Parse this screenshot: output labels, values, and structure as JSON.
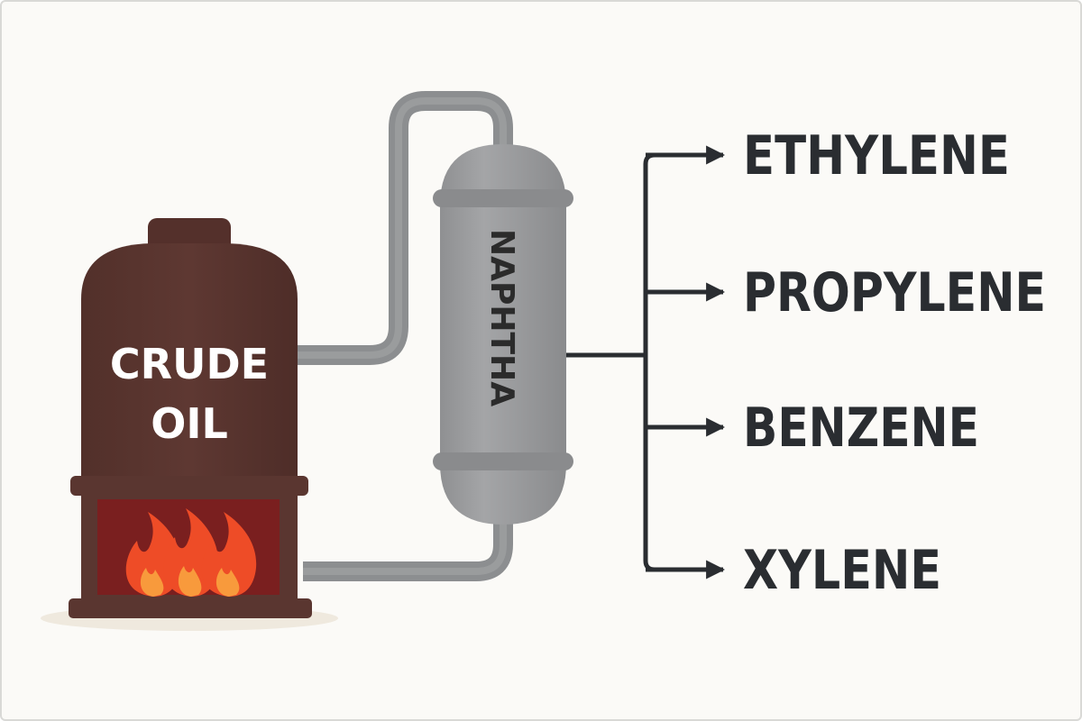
{
  "tank": {
    "line1": "CRUDE",
    "line2": "OIL"
  },
  "column": {
    "label": "NAPHTHA"
  },
  "products": [
    {
      "label": "ETHYLENE"
    },
    {
      "label": "PROPYLENE"
    },
    {
      "label": "BENZENE"
    },
    {
      "label": "XYLENE"
    }
  ],
  "colors": {
    "tank_body": "#5a3630",
    "tank_cap": "#54302b",
    "furnace": "#5a3630",
    "firebox": "#7a1f1f",
    "flame_outer": "#ee4c27",
    "flame_inner": "#f89a3c",
    "pipe": "#8c8e90",
    "column_body": "#9a9b9d",
    "column_band": "#8a8b8d",
    "arrows": "#2a2d31",
    "text_dark": "#2a2d31",
    "background": "#fbfaf7"
  }
}
